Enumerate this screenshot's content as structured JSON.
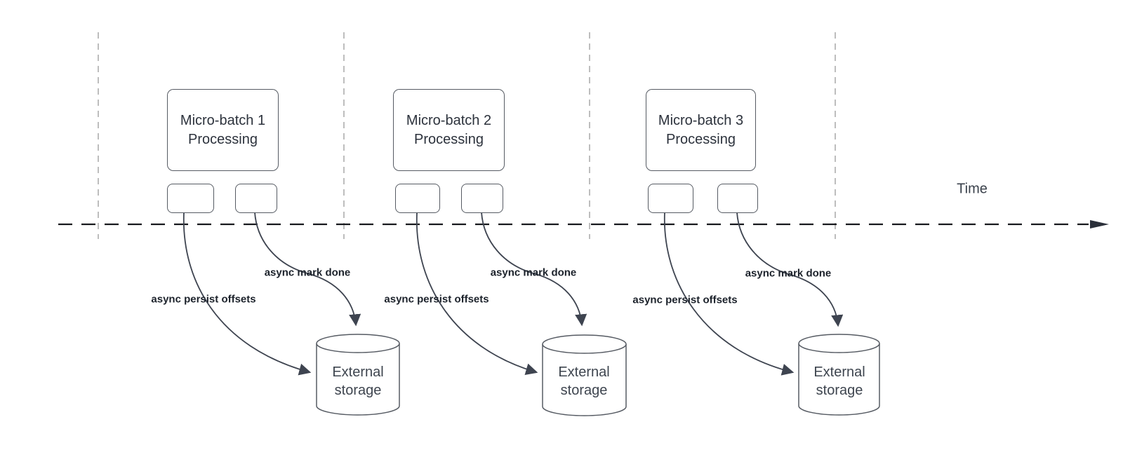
{
  "timeline": {
    "label": "Time"
  },
  "groups": [
    {
      "box_line1": "Micro-batch 1",
      "box_line2": "Processing",
      "persist_label": "async persist offsets",
      "mark_label": "async mark done",
      "storage_line1": "External",
      "storage_line2": "storage"
    },
    {
      "box_line1": "Micro-batch 2",
      "box_line2": "Processing",
      "persist_label": "async persist offsets",
      "mark_label": "async mark done",
      "storage_line1": "External",
      "storage_line2": "storage"
    },
    {
      "box_line1": "Micro-batch 3",
      "box_line2": "Processing",
      "persist_label": "async persist offsets",
      "mark_label": "async mark done",
      "storage_line1": "External",
      "storage_line2": "storage"
    }
  ],
  "colors": {
    "timeline": "#17191d",
    "gridline": "#adadad",
    "shape_stroke": "#565b63",
    "arrow": "#3e4450",
    "box_text": "#2c323c",
    "storage_text": "#3e454f",
    "label_text": "#1c222b"
  }
}
